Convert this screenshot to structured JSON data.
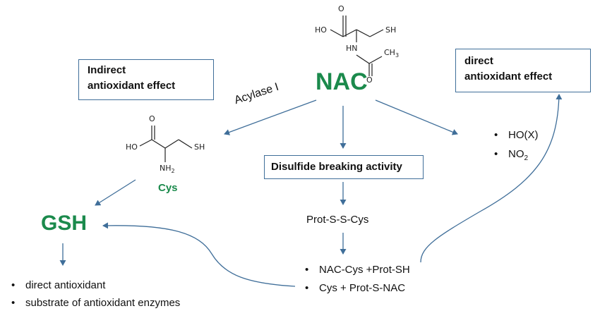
{
  "nodes": {
    "nac": "NAC",
    "gsh": "GSH",
    "cys": "Cys",
    "indirect_box": [
      "Indirect",
      "antioxidant effect"
    ],
    "direct_box": [
      "direct",
      "antioxidant effect"
    ],
    "disulfide_box": "Disulfide breaking activity",
    "prot_ss_cys": "Prot-S-S-Cys",
    "acylase": "Acylase I"
  },
  "lists": {
    "radicals": [
      "HO(X)",
      "NO"
    ],
    "radicals_sub": "2",
    "products": [
      "NAC-Cys +Prot-SH",
      "Cys + Prot-S-NAC"
    ],
    "gsh_effects": [
      "direct antioxidant",
      "substrate of antioxidant enzymes"
    ]
  },
  "molecules": {
    "nac_atoms": [
      "O",
      "HO",
      "SH",
      "HN",
      "CH",
      "3",
      "O"
    ],
    "cys_atoms": [
      "O",
      "HO",
      "SH",
      "NH",
      "2"
    ]
  },
  "colors": {
    "arrow": "#3f6e99",
    "green": "#1b8a4c",
    "box_border": "#3f6e99"
  }
}
